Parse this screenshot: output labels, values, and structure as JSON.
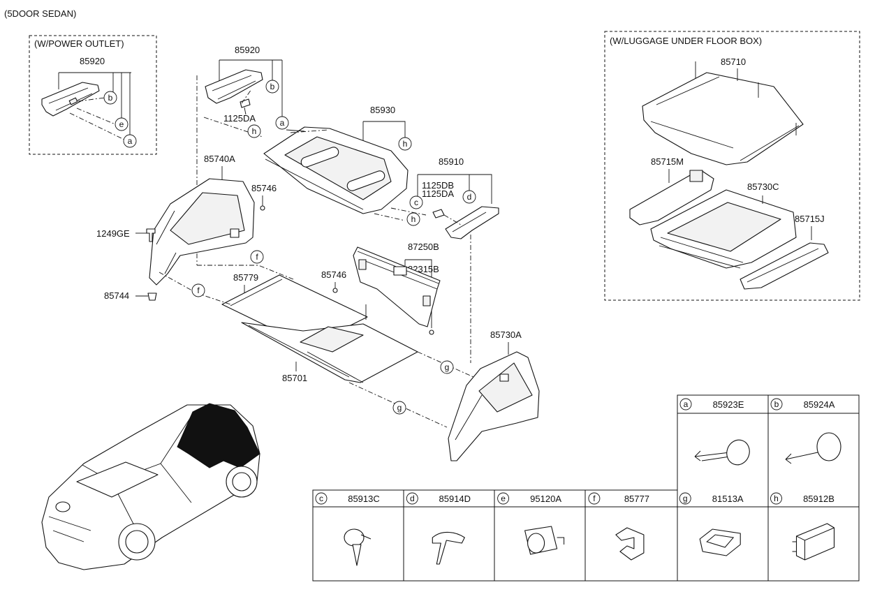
{
  "title": "(5DOOR SEDAN)",
  "insets": {
    "power_outlet": "(W/POWER OUTLET)",
    "luggage_box": "(W/LUGGAGE UNDER FLOOR BOX)"
  },
  "parts": {
    "p85920_inset": "85920",
    "p85920": "85920",
    "p1125DA_a": "1125DA",
    "p85930": "85930",
    "p85740A": "85740A",
    "p85746_a": "85746",
    "p1249GE": "1249GE",
    "p85744": "85744",
    "p85910": "85910",
    "p1125DB": "1125DB",
    "p1125DA_b": "1125DA",
    "p87250B": "87250B",
    "p82315B": "82315B",
    "p85746_b": "85746",
    "p85779": "85779",
    "p85701": "85701",
    "p85730A": "85730A",
    "p85710": "85710",
    "p85715M": "85715M",
    "p85730C": "85730C",
    "p85715J": "85715J"
  },
  "callouts": {
    "a": "a",
    "b": "b",
    "c": "c",
    "d": "d",
    "e": "e",
    "f": "f",
    "g": "g",
    "h": "h"
  },
  "legend": {
    "top": [
      {
        "letter": "a",
        "part": "85923E"
      },
      {
        "letter": "b",
        "part": "85924A"
      }
    ],
    "bottom": [
      {
        "letter": "c",
        "part": "85913C"
      },
      {
        "letter": "d",
        "part": "85914D"
      },
      {
        "letter": "e",
        "part": "95120A"
      },
      {
        "letter": "f",
        "part": "85777"
      },
      {
        "letter": "g",
        "part": "81513A"
      },
      {
        "letter": "h",
        "part": "85912B"
      }
    ]
  }
}
